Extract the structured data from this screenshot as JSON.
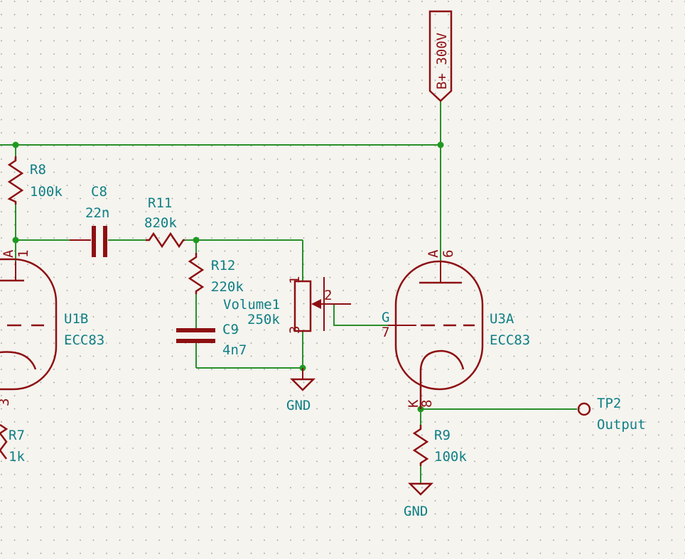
{
  "colors": {
    "background": "#f5f4ef",
    "grid": "#9a9a9a",
    "wire": "#2a8f2a",
    "component": "#8e0f12",
    "label": "#0f7f85",
    "junction": "#1f9a1f"
  },
  "power": {
    "label": "B+ 300V"
  },
  "components": {
    "r8": {
      "ref": "R8",
      "value": "100k"
    },
    "c8": {
      "ref": "C8",
      "value": "22n"
    },
    "r11": {
      "ref": "R11",
      "value": "820k"
    },
    "r12": {
      "ref": "R12",
      "value": "220k"
    },
    "c9": {
      "ref": "C9",
      "value": "4n7"
    },
    "volume1": {
      "ref": "Volume1",
      "value": "250k",
      "pins": [
        "1",
        "2",
        "3"
      ]
    },
    "u1b": {
      "ref": "U1B",
      "value": "ECC83",
      "pins": {
        "a_label": "A",
        "a_num": "1",
        "k_num": "3"
      }
    },
    "u3a": {
      "ref": "U3A",
      "value": "ECC83",
      "pins": {
        "a_label": "A",
        "a_num": "6",
        "g_label": "G",
        "g_num": "7",
        "k_label": "K",
        "k_num": "8"
      }
    },
    "r7": {
      "ref": "R7",
      "value": "1k"
    },
    "r9": {
      "ref": "R9",
      "value": "100k"
    },
    "tp2": {
      "ref": "TP2",
      "value": "Output"
    }
  },
  "gnd": [
    {
      "label": "GND"
    },
    {
      "label": "GND"
    }
  ]
}
